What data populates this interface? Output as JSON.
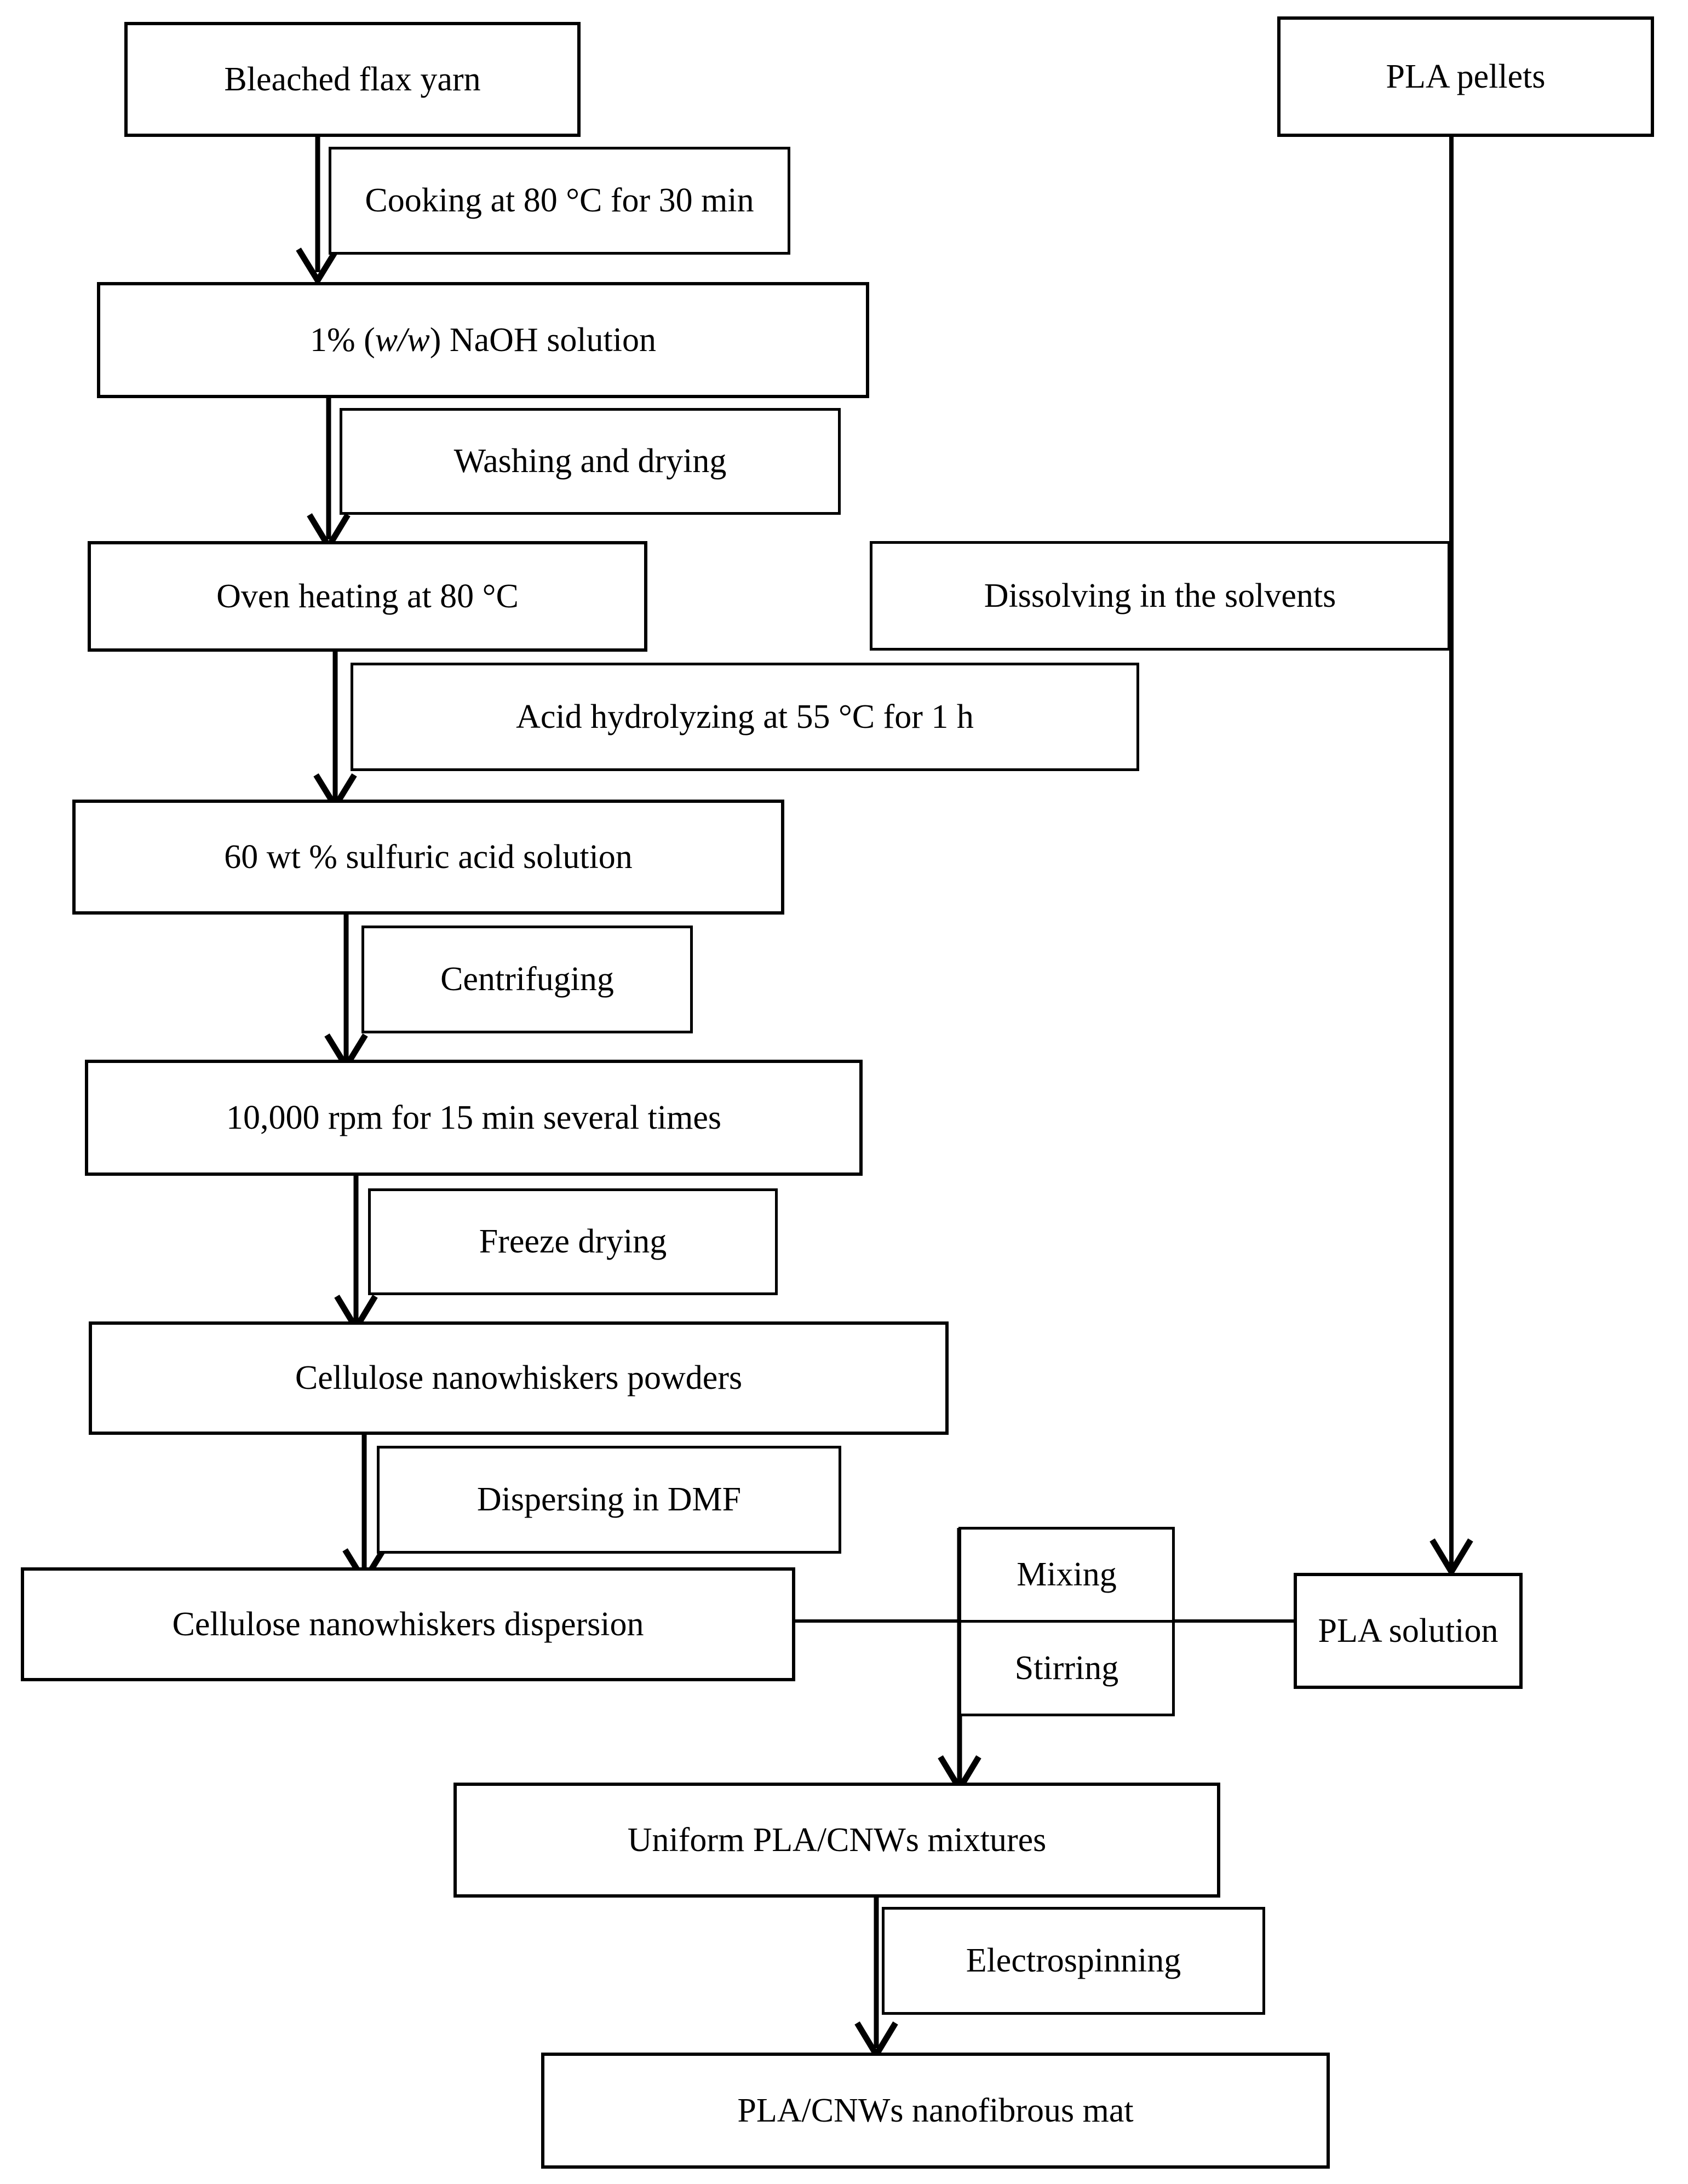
{
  "diagram": {
    "title": "PLA/CNWs nanofibrous mat preparation flowchart",
    "type": "process-flowchart",
    "stroke_color": "#000000",
    "background_color": "#ffffff",
    "nodes": [
      {
        "id": "bleached_flax_yarn",
        "label": "Bleached flax yarn",
        "kind": "material"
      },
      {
        "id": "cooking",
        "label": "Cooking at 80 °C for 30 min",
        "kind": "process"
      },
      {
        "id": "naoh_solution_pre",
        "label": "1% (",
        "kind": "material"
      },
      {
        "id": "naoh_solution_ital",
        "label": "w/w",
        "kind": "material"
      },
      {
        "id": "naoh_solution_post",
        "label": ") NaOH solution",
        "kind": "material"
      },
      {
        "id": "washing_drying",
        "label": "Washing and drying",
        "kind": "process"
      },
      {
        "id": "oven_heating",
        "label": "Oven heating at 80 °C",
        "kind": "material"
      },
      {
        "id": "acid_hydrolyzing",
        "label": "Acid hydrolyzing at 55 °C for 1 h",
        "kind": "process"
      },
      {
        "id": "sulfuric_acid_solution",
        "label": "60 wt % sulfuric acid solution",
        "kind": "material"
      },
      {
        "id": "centrifuging",
        "label": "Centrifuging",
        "kind": "process"
      },
      {
        "id": "rpm_times",
        "label": "10,000 rpm for 15 min several times",
        "kind": "material"
      },
      {
        "id": "freeze_drying",
        "label": "Freeze drying",
        "kind": "process"
      },
      {
        "id": "cnw_powders",
        "label": "Cellulose nanowhiskers powders",
        "kind": "material"
      },
      {
        "id": "dispersing_dmf",
        "label": "Dispersing in DMF",
        "kind": "process"
      },
      {
        "id": "cnw_dispersion",
        "label": "Cellulose nanowhiskers dispersion",
        "kind": "material"
      },
      {
        "id": "pla_pellets",
        "label": "PLA pellets",
        "kind": "material"
      },
      {
        "id": "dissolving_solvents",
        "label": "Dissolving in the solvents",
        "kind": "process"
      },
      {
        "id": "pla_solution",
        "label": "PLA solution",
        "kind": "material"
      },
      {
        "id": "mixing",
        "label": "Mixing",
        "kind": "process"
      },
      {
        "id": "stirring",
        "label": "Stirring",
        "kind": "process"
      },
      {
        "id": "uniform_mixtures",
        "label": "Uniform PLA/CNWs mixtures",
        "kind": "material"
      },
      {
        "id": "electrospinning",
        "label": "Electrospinning",
        "kind": "process"
      },
      {
        "id": "nanofibrous_mat",
        "label": "PLA/CNWs nanofibrous mat",
        "kind": "material"
      }
    ],
    "edges": [
      {
        "from": "bleached_flax_yarn",
        "to": "naoh_solution",
        "label": "Cooking at 80 °C for 30 min"
      },
      {
        "from": "naoh_solution",
        "to": "oven_heating",
        "label": "Washing and drying"
      },
      {
        "from": "oven_heating",
        "to": "sulfuric_acid_solution",
        "label": "Acid hydrolyzing at 55 °C for 1 h"
      },
      {
        "from": "sulfuric_acid_solution",
        "to": "rpm_times",
        "label": "Centrifuging"
      },
      {
        "from": "rpm_times",
        "to": "cnw_powders",
        "label": "Freeze drying"
      },
      {
        "from": "cnw_powders",
        "to": "cnw_dispersion",
        "label": "Dispersing in DMF"
      },
      {
        "from": "pla_pellets",
        "to": "pla_solution",
        "label": "Dissolving in the solvents"
      },
      {
        "from": "cnw_dispersion",
        "to": "uniform_mixtures",
        "label": "Mixing / Stirring"
      },
      {
        "from": "pla_solution",
        "to": "uniform_mixtures",
        "label": "Mixing / Stirring"
      },
      {
        "from": "uniform_mixtures",
        "to": "nanofibrous_mat",
        "label": "Electrospinning"
      }
    ]
  }
}
